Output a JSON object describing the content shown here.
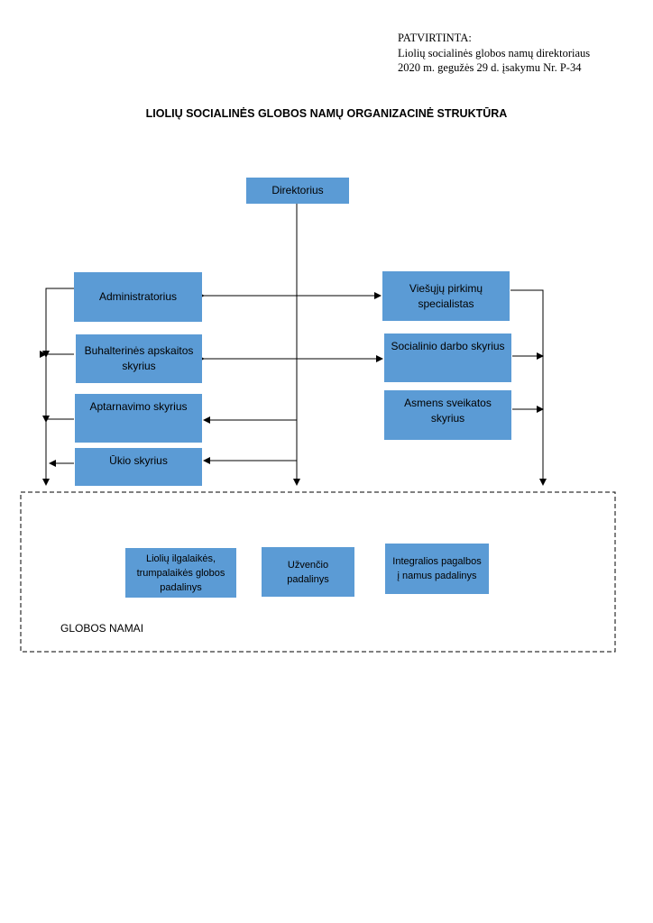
{
  "approval": {
    "line1": "PATVIRTINTA:",
    "line2": "Liolių socialinės globos namų direktoriaus",
    "line3": "2020 m. gegužės 29 d. įsakymu Nr. P-34"
  },
  "title": "LIOLIŲ SOCIALINĖS GLOBOS NAMŲ ORGANIZACINĖ STRUKTŪRA",
  "boxes": {
    "direktorius": "Direktorius",
    "administratorius": "Administratorius",
    "buhalterines": "Buhalterinės apskaitos skyrius",
    "aptarnavimo": "Aptarnavimo skyrius",
    "ukio": "Ūkio skyrius",
    "viesuju": "Viešųjų pirkimų specialistas",
    "socialinio": "Socialinio darbo skyrius",
    "asmens": "Asmens sveikatos skyrius",
    "ilgalaikes": "Liolių ilgalaikės, trumpalaikės globos padalinys",
    "uzvencio": "Užvenčio padalinys",
    "integralios": "Integralios pagalbos į namus padalinys"
  },
  "globos_label": "GLOBOS NAMAI",
  "colors": {
    "box_fill": "#5b9bd5",
    "line": "#000000"
  }
}
